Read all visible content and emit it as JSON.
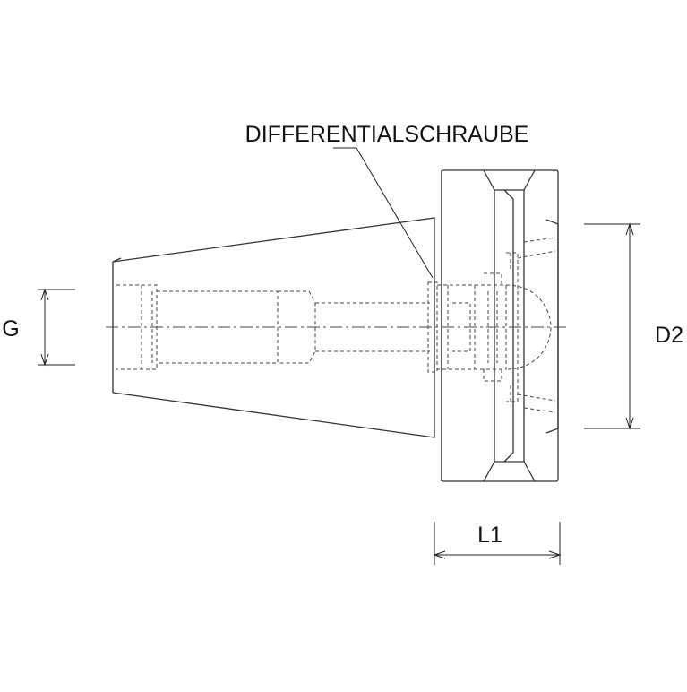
{
  "labels": {
    "callout": "DIFFERENTIALSCHRAUBE",
    "g": "G",
    "d2": "D2",
    "l1": "L1"
  }
}
